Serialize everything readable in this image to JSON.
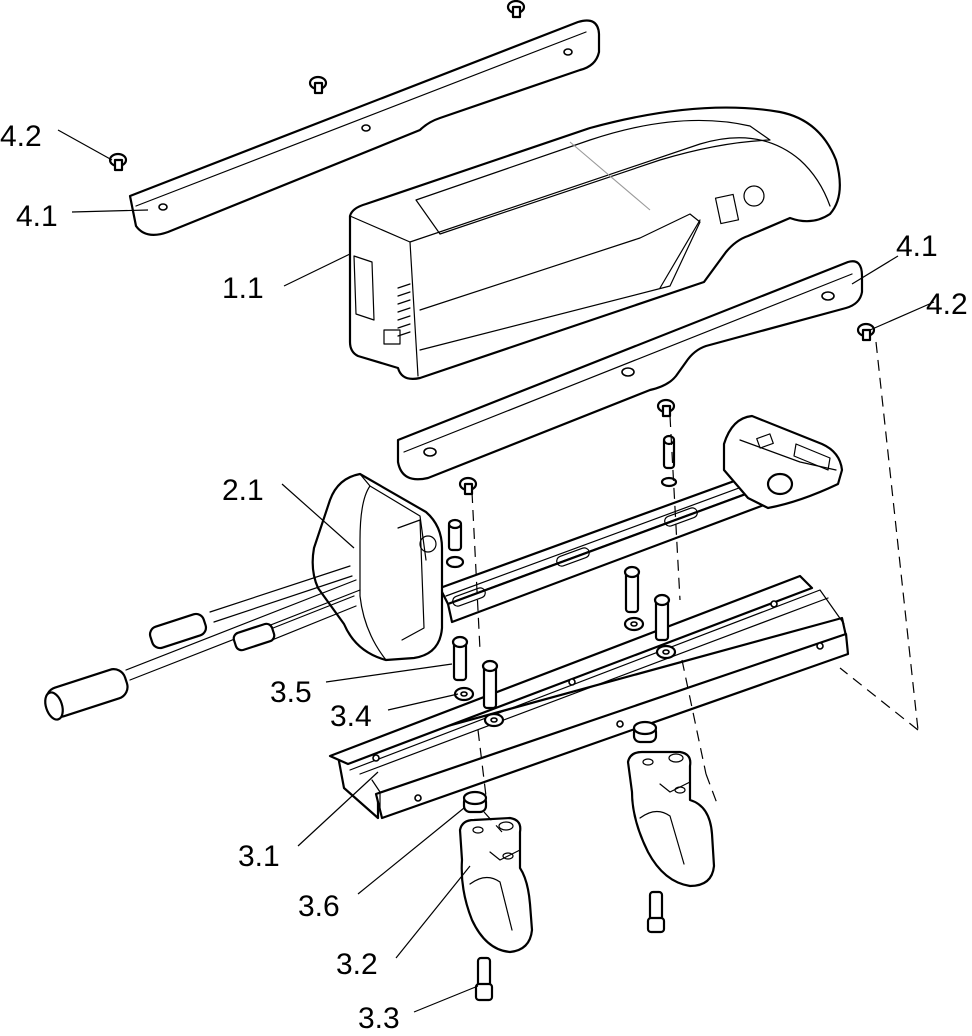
{
  "labels": {
    "l_4_2_left": "4.2",
    "l_4_1_left": "4.1",
    "l_1_1": "1.1",
    "l_4_1_right": "4.1",
    "l_4_2_right": "4.2",
    "l_2_1": "2.1",
    "l_3_5": "3.5",
    "l_3_4": "3.4",
    "l_3_1": "3.1",
    "l_3_6": "3.6",
    "l_3_2": "3.2",
    "l_3_3": "3.3"
  },
  "colors": {
    "line": "#000000",
    "background": "#ffffff",
    "hidden_line": "#9a9a9a"
  }
}
